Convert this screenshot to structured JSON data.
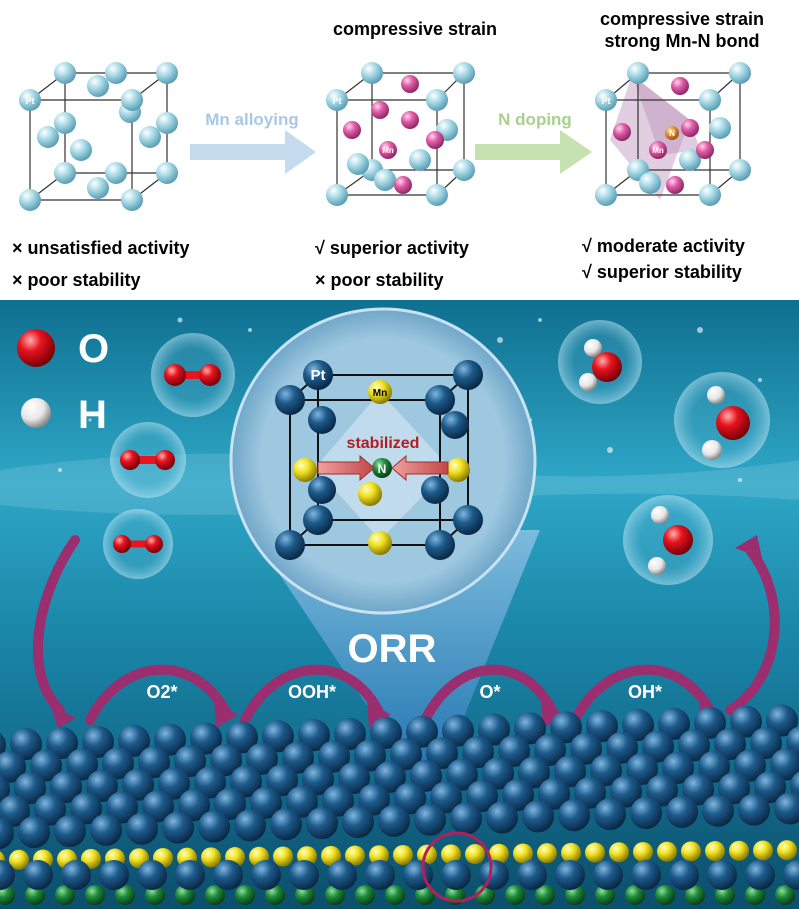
{
  "top": {
    "labels": {
      "pt_label": "Pt",
      "mn_label": "Mn",
      "n_label": "N",
      "arrow1": "Mn alloying",
      "arrow2": "N doping"
    },
    "headers": {
      "middle": "compressive strain",
      "right_line1": "compressive strain",
      "right_line2": "strong Mn-N bond"
    },
    "notes": {
      "left": [
        "× unsatisfied activity",
        "× poor stability"
      ],
      "middle": [
        "√  superior activity",
        "×  poor stability"
      ],
      "right": [
        "√  moderate activity",
        "√  superior stability"
      ]
    }
  },
  "bottom": {
    "legend": {
      "o": "O",
      "h": "H"
    },
    "inset": {
      "pt": "Pt",
      "mn": "Mn",
      "n": "N",
      "stabilized": "stabilized"
    },
    "orr": "ORR",
    "steps": [
      "O2*",
      "OOH*",
      "O*",
      "OH*"
    ]
  },
  "colors": {
    "pt_top": "#a9dbe8",
    "mn_top": "#e05aa8",
    "n_top": "#e8953a",
    "pt_bottom": "#1d5a8a",
    "mn_bottom": "#f0e020",
    "n_bottom": "#1f8a3a",
    "oxygen": "#e8141e",
    "hydrogen": "#f2f2f2",
    "cycle_arrow": "#9a2e6e",
    "water": "#2a8fb0"
  }
}
